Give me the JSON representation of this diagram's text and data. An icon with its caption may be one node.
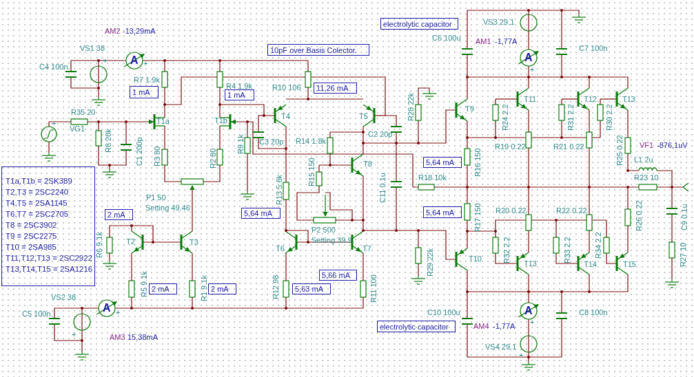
{
  "diagram": {
    "nodes": [
      {
        "text": [
          "electrolytic capacitor"
        ]
      },
      {
        "text": [
          "10pF over Basis Colector."
        ]
      },
      {
        "text": [
          "11,26 mA"
        ]
      },
      {
        "text": [
          "1 mA"
        ]
      },
      {
        "text": [
          "1 mA"
        ]
      },
      {
        "text": [
          "5,64 mA"
        ]
      },
      {
        "text": [
          "T1a,T1b = 2SK389",
          "T2,T3 = 2SC2240",
          "T4,T5 = 2SA1145",
          "T6,T7 = 2SC2705",
          "T8 = 2SC3902",
          "T9 = 2SC2275",
          "T10 = 2SA985",
          "T11,T12,T13 = 2SC2922",
          "T13,T14,T15 = 2SA1216"
        ]
      },
      {
        "text": [
          "5,64 mA"
        ]
      },
      {
        "text": [
          "5,64 mA"
        ]
      },
      {
        "text": [
          "2 mA"
        ]
      },
      {
        "text": [
          "5,66 mA"
        ]
      },
      {
        "text": [
          "2 mA"
        ]
      },
      {
        "text": [
          "2 mA"
        ]
      },
      {
        "text": [
          "5,63 mA"
        ]
      },
      {
        "text": [
          "electrolytic capacitor"
        ]
      }
    ],
    "labels": [
      "VS3 29.1",
      "AM2",
      "-13,29mA",
      "C6 100u",
      "AM1",
      "-1,77A",
      "VS1 38",
      "C7 100n",
      "A",
      "+",
      "+",
      "A",
      "+",
      "C4 100n",
      "R7 1.9k",
      "R4 1.9k",
      "R10 106",
      "R28 22k",
      "T11",
      "T12",
      "T13",
      "T9",
      "R35 20",
      "+",
      "VG1",
      "T1a",
      "T1b",
      "T4",
      "T5",
      "R24 2.2",
      "R31 2.2",
      "R30 2.2",
      "R8 20k",
      "C2 20p",
      "C3 20p",
      "R14 1.8k",
      "R19 0.22",
      "R21 0.22",
      "VF1",
      "-876,1uV",
      "C1 200p",
      "R3 80",
      "R2 80",
      "R9 1k",
      "T8",
      "R16 150",
      "R25 0.22",
      "L1 2u",
      "R18 10k",
      "R23 10",
      "R13 5.6k",
      "R15 150",
      "C11 0.1u",
      "P1 50",
      "Setting 49.46",
      "R20 0.22",
      "R22 0.22",
      "P2 500",
      "Setting 39.9",
      "R17 150",
      "R26 0.22",
      "C9 0.1u",
      "T2",
      "T3",
      "T6",
      "T7",
      "T10",
      "T13",
      "T14",
      "T15",
      "R6 9.1k",
      "R29 22k",
      "R32 2.2",
      "R33 2.2",
      "R34 2.2",
      "R27 10",
      "R5 9.1k",
      "R1 9.1k",
      "R12 98",
      "R11 100",
      "VS2 38",
      "A",
      "+",
      "C5 100n",
      "C10 100u",
      "C8 100n",
      "A",
      "+",
      "AM4",
      "-1,77A",
      "+",
      "AM3",
      "15,38mA",
      "VS4 29.1",
      "+"
    ]
  }
}
